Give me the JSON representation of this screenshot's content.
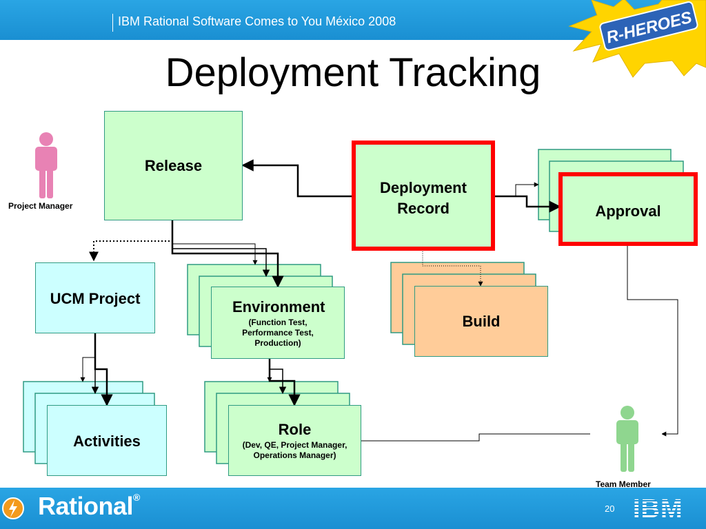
{
  "header": {
    "title": "IBM Rational Software Comes to You México 2008"
  },
  "badge": {
    "text": "R-HEROES"
  },
  "slide": {
    "title": "Deployment Tracking",
    "page_number": "20"
  },
  "footer": {
    "brand": "Rational",
    "brand_mark": "®",
    "company": "IBM"
  },
  "people": {
    "project_manager": "Project Manager",
    "team_member": "Team Member"
  },
  "nodes": {
    "release": "Release",
    "deployment_record": "Deployment Record",
    "approval": "Approval",
    "ucm_project": "UCM Project",
    "environment": "Environment",
    "environment_detail": "(Function Test, Performance Test, Production)",
    "build": "Build",
    "activities": "Activities",
    "role": "Role",
    "role_detail": "(Dev, QE, Project Manager, Operations Manager)"
  },
  "colors": {
    "header_blue": "#1a8fd2",
    "green_box": "#ccffcc",
    "cyan_box": "#ccffff",
    "orange_box": "#ffcc99",
    "highlight_red": "#ff0000",
    "project_manager_pink": "#e882b4",
    "team_member_green": "#8fd68f"
  }
}
